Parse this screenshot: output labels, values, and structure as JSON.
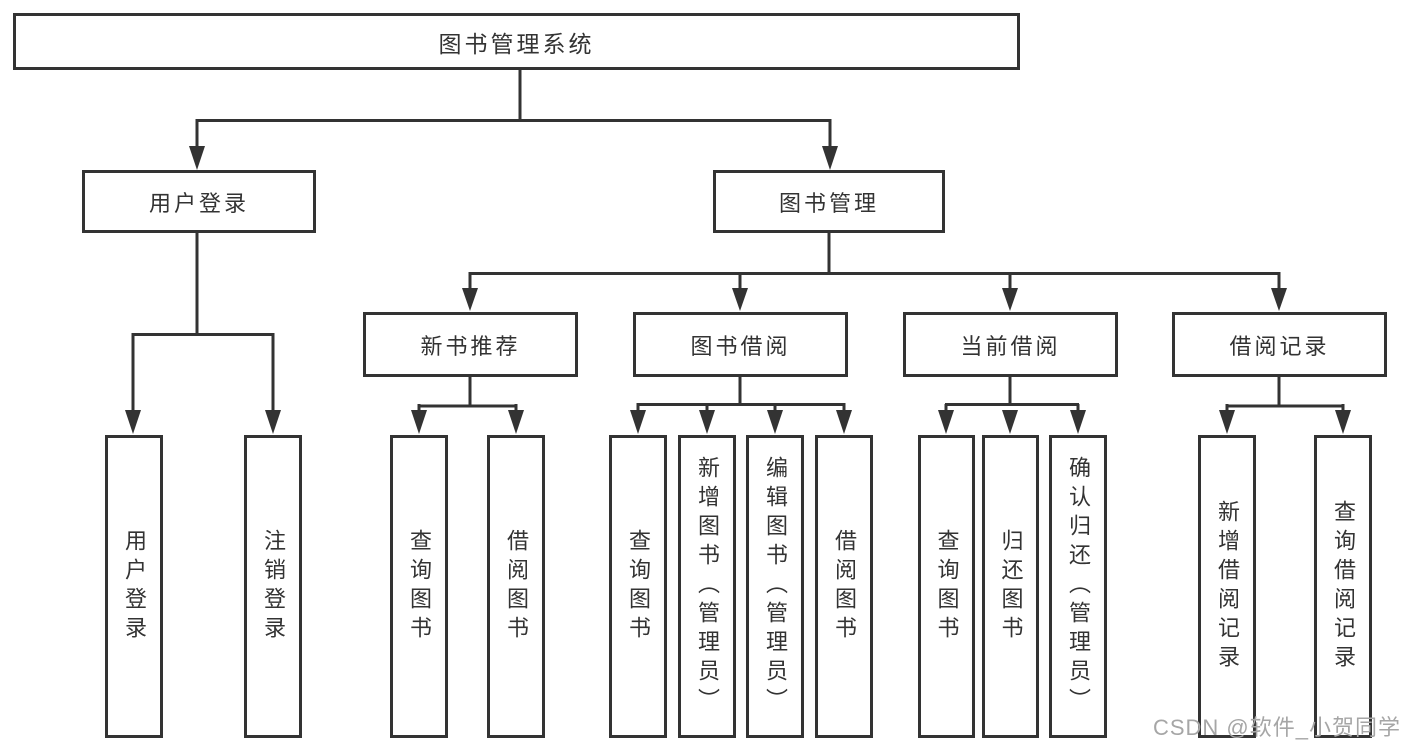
{
  "colors": {
    "line": "#333333",
    "text": "#333333",
    "box_bg": "#ffffff",
    "background": "#ffffff",
    "watermark": "#a6a6a6"
  },
  "watermark": "CSDN @软件_小贺同学",
  "tree": {
    "root": {
      "label": "图书管理系统"
    },
    "branches": [
      {
        "label": "用户登录",
        "leaves": [
          {
            "label": "用户登录"
          },
          {
            "label": "注销登录"
          }
        ]
      },
      {
        "label": "图书管理",
        "groups": [
          {
            "label": "新书推荐",
            "leaves": [
              {
                "label": "查询图书"
              },
              {
                "label": "借阅图书"
              }
            ]
          },
          {
            "label": "图书借阅",
            "leaves": [
              {
                "label": "查询图书"
              },
              {
                "label": "新增图书（管理员）"
              },
              {
                "label": "编辑图书（管理员）"
              },
              {
                "label": "借阅图书"
              }
            ]
          },
          {
            "label": "当前借阅",
            "leaves": [
              {
                "label": "查询图书"
              },
              {
                "label": "归还图书"
              },
              {
                "label": "确认归还（管理员）"
              }
            ]
          },
          {
            "label": "借阅记录",
            "leaves": [
              {
                "label": "新增借阅记录"
              },
              {
                "label": "查询借阅记录"
              }
            ]
          }
        ]
      }
    ]
  }
}
